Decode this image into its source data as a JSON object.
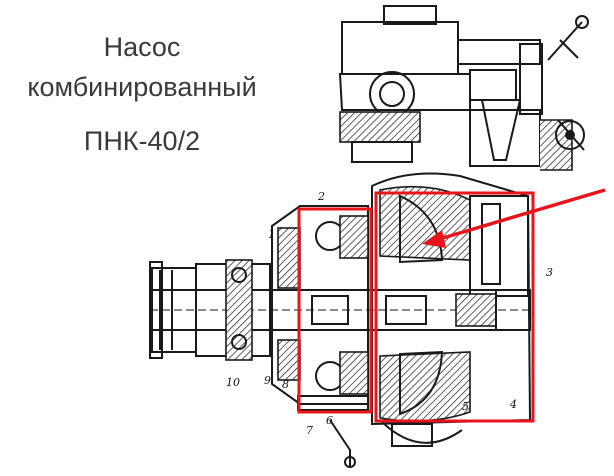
{
  "title": {
    "line1": "Насос",
    "line2": "комбинированный",
    "line3": "ПНК-40/2"
  },
  "callouts": [
    "1",
    "2",
    "3",
    "4",
    "5",
    "6",
    "7",
    "8",
    "9",
    "10"
  ],
  "colors": {
    "highlight": "#e8141b",
    "ink": "#1a1a1a",
    "text": "#3a3a3a"
  }
}
